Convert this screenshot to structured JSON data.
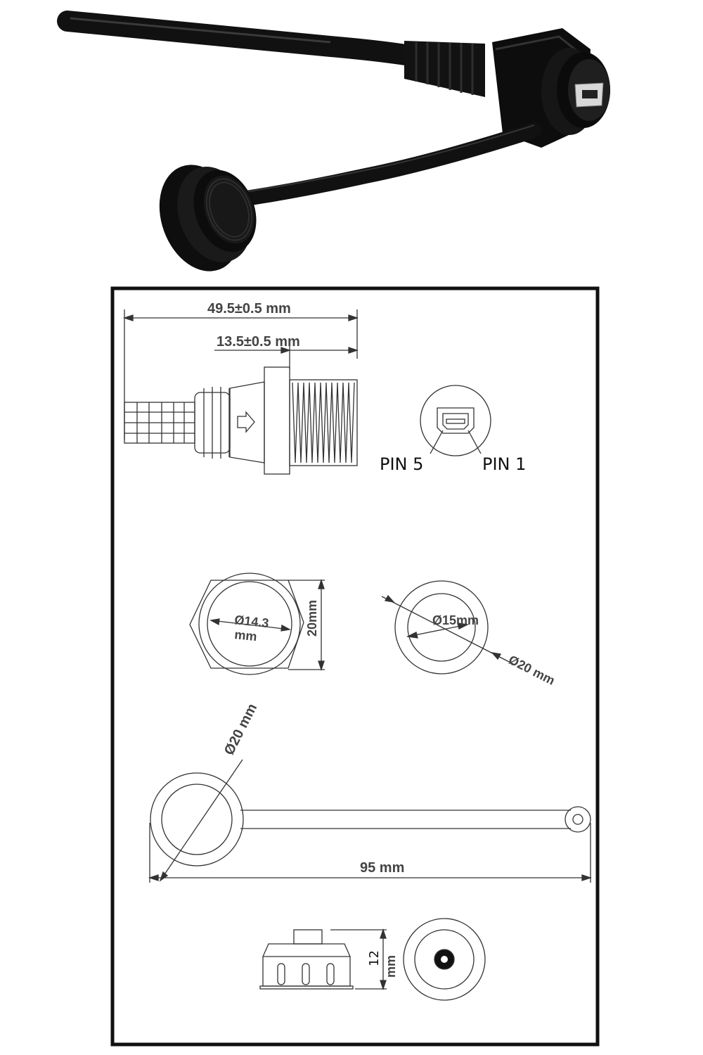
{
  "product_photo": {
    "subject": "panel-mount mini USB extension cable with screw-on dust cap"
  },
  "drawing": {
    "side_view": {
      "overall_length_label": "49.5±0.5  mm",
      "thread_length_label": "13.5±0.5 mm"
    },
    "socket_face": {
      "pin_left_label": "PIN  5",
      "pin_right_label": "PIN  1"
    },
    "hex_nut": {
      "inner_diameter_label": "Ø14.3",
      "inner_diameter_unit": "mm",
      "height_label": "20mm"
    },
    "cap_ring": {
      "inner_diameter_label": "Ø15mm",
      "outer_diameter_label": "Ø20 mm"
    },
    "cap_tether": {
      "ring_diameter_label": "Ø20 mm",
      "length_label": "95 mm"
    },
    "cap": {
      "height_value": "12",
      "height_unit": "mm"
    }
  }
}
